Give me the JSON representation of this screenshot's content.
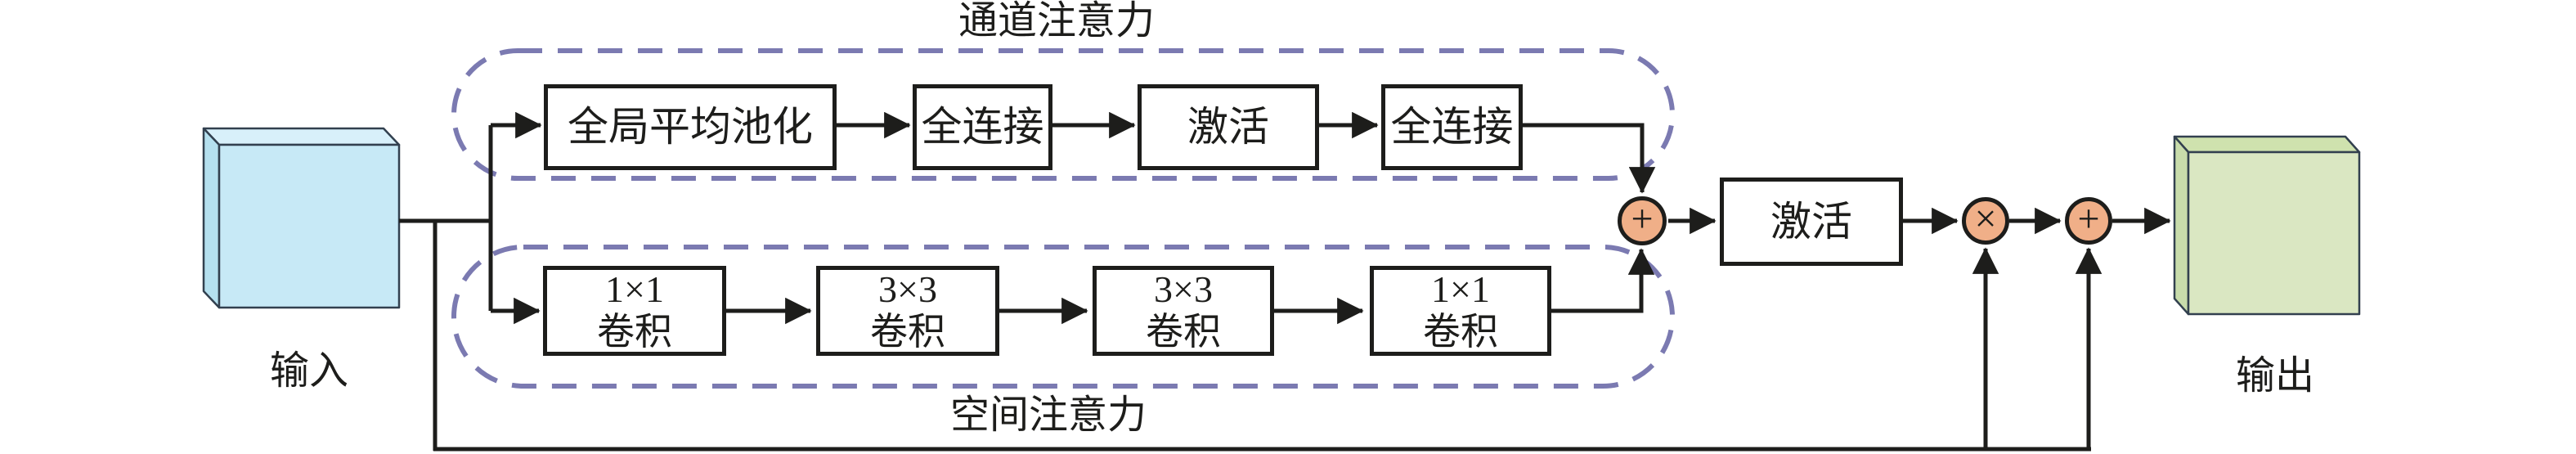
{
  "diagram": {
    "title_channel_attention": "通道注意力",
    "title_spatial_attention": "空间注意力",
    "input_label": "输入",
    "output_label": "输出",
    "channel_branch": {
      "box1": "全局平均池化",
      "box2": "全连接",
      "box3": "激活",
      "box4": "全连接"
    },
    "spatial_branch": {
      "box1": "1×1\n卷积",
      "box2": "3×3\n卷积",
      "box3": "3×3\n卷积",
      "box4": "1×1\n卷积"
    },
    "activation_box": "激活",
    "operators": {
      "merge_add": "+",
      "multiply": "×",
      "residual_add": "+"
    },
    "colors": {
      "line_black": "#1d1d1b",
      "dashed_border": "#7b7ab1",
      "operator_fill": "#f0af88",
      "input_cube_front": "#c7e9f6",
      "input_cube_top": "#d8f0fa",
      "input_cube_side": "#b5e0ef",
      "output_cube_front": "#dae7c2",
      "output_cube_top": "#cfe2ae",
      "output_cube_side": "#c8dcab"
    }
  }
}
